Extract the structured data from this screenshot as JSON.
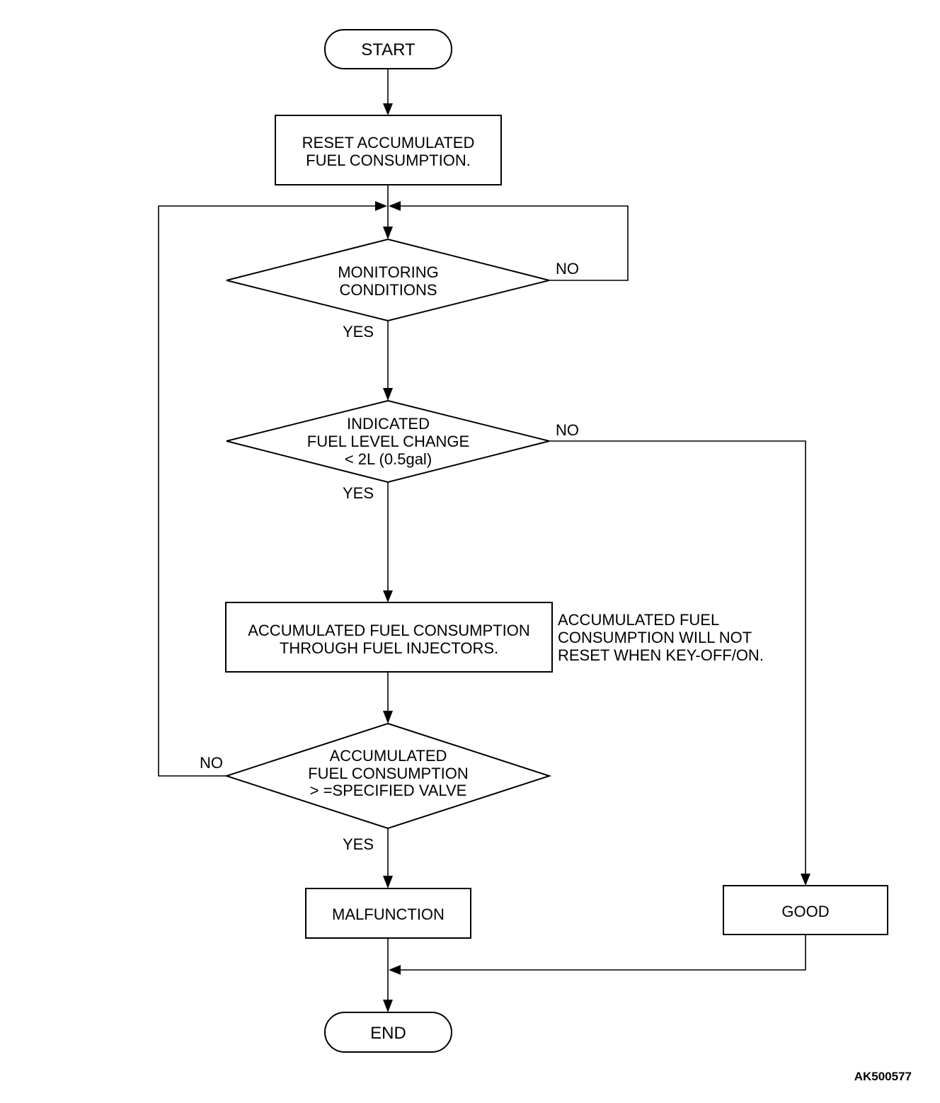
{
  "flowchart": {
    "start": "START",
    "reset_box": [
      "RESET ACCUMULATED",
      "FUEL CONSUMPTION."
    ],
    "monitoring_decision": [
      "MONITORING",
      "CONDITIONS"
    ],
    "fuel_level_decision": [
      "INDICATED",
      "FUEL LEVEL CHANGE",
      "< 2L (0.5gal)"
    ],
    "accumulate_box": [
      "ACCUMULATED FUEL CONSUMPTION",
      "THROUGH FUEL INJECTORS."
    ],
    "accumulate_note": [
      "ACCUMULATED FUEL",
      "CONSUMPTION WILL NOT",
      "RESET WHEN KEY-OFF/ON."
    ],
    "specified_decision": [
      "ACCUMULATED",
      "FUEL  CONSUMPTION",
      "> =SPECIFIED VALVE"
    ],
    "malfunction": "MALFUNCTION",
    "good": "GOOD",
    "end": "END",
    "labels": {
      "yes": "YES",
      "no": "NO"
    }
  },
  "figure_code": "AK500577"
}
